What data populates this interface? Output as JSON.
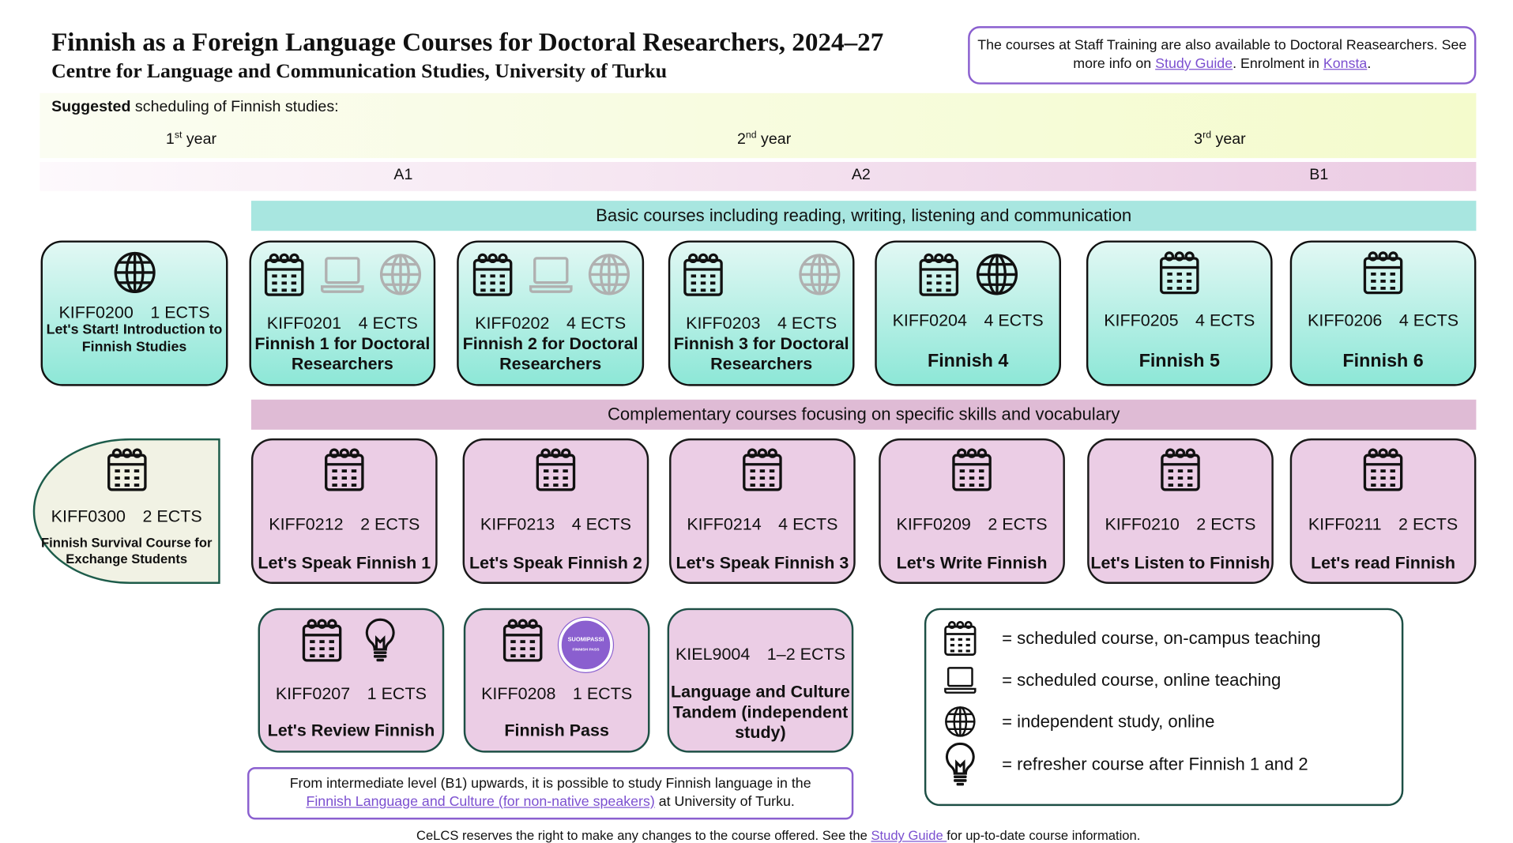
{
  "header": {
    "title": "Finnish as a Foreign Language Courses for Doctoral Researchers, 2024–27",
    "subtitle": "Centre for Language and Communication Studies, University of Turku"
  },
  "info_box": {
    "text1": "The courses at Staff Training are also available to Doctoral Reasearchers. See more info on ",
    "link1": "Study Guide",
    "text2": ". Enrolment in ",
    "link2": "Konsta",
    "text3": "."
  },
  "schedule": {
    "suggested_bold": "Suggested",
    "suggested_rest": " scheduling of Finnish studies:",
    "years": [
      {
        "num": "1",
        "sup": "st",
        "label": " year"
      },
      {
        "num": "2",
        "sup": "nd",
        "label": " year"
      },
      {
        "num": "3",
        "sup": "rd",
        "label": " year"
      }
    ],
    "levels": [
      "A1",
      "A2",
      "B1"
    ]
  },
  "basic_header": "Basic courses including reading, writing, listening and communication",
  "complementary_header": "Complementary courses focusing on specific skills and vocabulary",
  "basic_courses": [
    {
      "code": "KIFF0200",
      "ects": "1 ECTS",
      "name": "Let's Start! Introduction to Finnish Studies",
      "icons": [
        "globe"
      ]
    },
    {
      "code": "KIFF0201",
      "ects": "4 ECTS",
      "name": "Finnish 1 for Doctoral Researchers",
      "icons": [
        "calendar",
        "laptop-gray",
        "globe-gray"
      ]
    },
    {
      "code": "KIFF0202",
      "ects": "4 ECTS",
      "name": "Finnish 2 for Doctoral Researchers",
      "icons": [
        "calendar",
        "laptop-gray",
        "globe-gray"
      ]
    },
    {
      "code": "KIFF0203",
      "ects": "4 ECTS",
      "name": "Finnish 3 for Doctoral Researchers",
      "icons": [
        "calendar",
        "blank",
        "globe-gray"
      ]
    },
    {
      "code": "KIFF0204",
      "ects": "4 ECTS",
      "name": "Finnish 4",
      "icons": [
        "calendar",
        "globe"
      ]
    },
    {
      "code": "KIFF0205",
      "ects": "4 ECTS",
      "name": "Finnish 5",
      "icons": [
        "calendar"
      ]
    },
    {
      "code": "KIFF0206",
      "ects": "4 ECTS",
      "name": "Finnish 6",
      "icons": [
        "calendar"
      ]
    }
  ],
  "survival_course": {
    "code": "KIFF0300",
    "ects": "2 ECTS",
    "name": "Finnish Survival Course for Exchange Students",
    "icons": [
      "calendar"
    ]
  },
  "complementary_courses": [
    {
      "code": "KIFF0212",
      "ects": "2 ECTS",
      "name": "Let's Speak Finnish 1",
      "icons": [
        "calendar"
      ]
    },
    {
      "code": "KIFF0213",
      "ects": "4 ECTS",
      "name": "Let's Speak Finnish 2",
      "icons": [
        "calendar"
      ]
    },
    {
      "code": "KIFF0214",
      "ects": "4 ECTS",
      "name": "Let's Speak Finnish 3",
      "icons": [
        "calendar"
      ]
    },
    {
      "code": "KIFF0209",
      "ects": "2 ECTS",
      "name": "Let's Write Finnish",
      "icons": [
        "calendar"
      ]
    },
    {
      "code": "KIFF0210",
      "ects": "2 ECTS",
      "name": "Let's Listen to Finnish",
      "icons": [
        "calendar"
      ]
    },
    {
      "code": "KIFF0211",
      "ects": "2 ECTS",
      "name": "Let's read Finnish",
      "icons": [
        "calendar"
      ]
    }
  ],
  "other_courses": [
    {
      "code": "KIFF0207",
      "ects": "1 ECTS",
      "name": "Let's Review Finnish",
      "icons": [
        "calendar",
        "bulb"
      ]
    },
    {
      "code": "KIFF0208",
      "ects": "1 ECTS",
      "name": "Finnish Pass",
      "icons": [
        "calendar",
        "suomipassi"
      ]
    },
    {
      "code": "KIEL9004",
      "ects": "1–2 ECTS",
      "name": "Language and Culture Tandem (independent study)",
      "icons": []
    }
  ],
  "suomipassi_badge": {
    "line1": "SUOMIPASSI",
    "line2": "FINNISH PASS"
  },
  "legend": [
    {
      "icon": "calendar",
      "text": "= scheduled course, on-campus teaching"
    },
    {
      "icon": "laptop",
      "text": "= scheduled course, online teaching"
    },
    {
      "icon": "globe",
      "text": "= independent study, online"
    },
    {
      "icon": "bulb",
      "text": "= refresher course after Finnish 1 and 2"
    }
  ],
  "b1_note": {
    "text1": "From intermediate level (B1) upwards, it is possible to study Finnish language in the",
    "link": "Finnish Language and Culture (for non-native speakers)",
    "text2": " at University of Turku."
  },
  "footer": {
    "text1": "CeLCS reserves the right to make any changes to the course offered. See the ",
    "link": "Study Guide ",
    "text2": "for up-to-date course information."
  },
  "colors": {
    "teal": "#a8e6e0",
    "pink": "#dfbbd5",
    "purple": "#8a5fcf",
    "course_pink": "#ebcde5"
  }
}
